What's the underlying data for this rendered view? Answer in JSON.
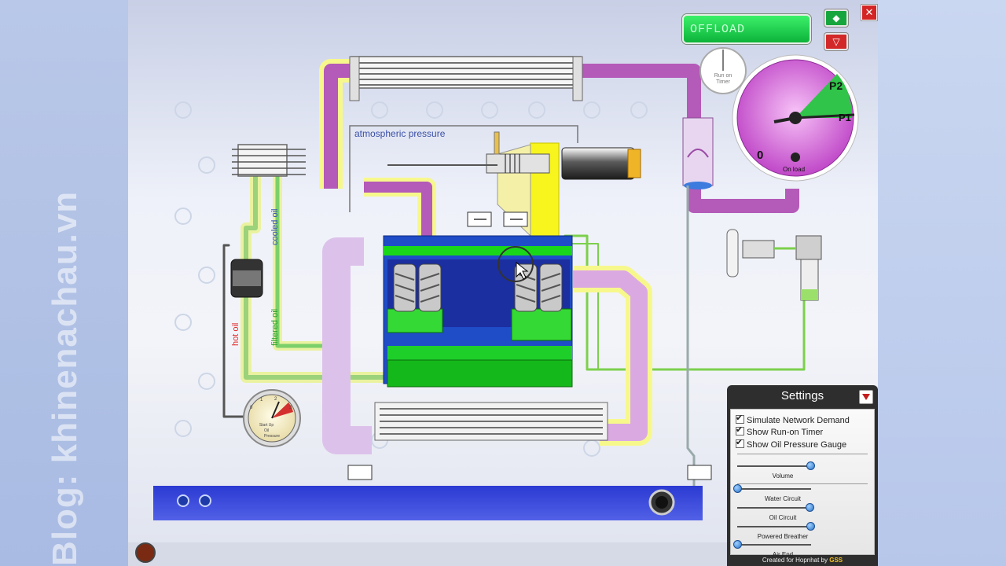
{
  "watermark": "Blog: khinenachau.vn",
  "status": {
    "label": "OFFLOAD"
  },
  "labels": {
    "atmospheric": "atmospheric pressure",
    "cooled_oil": "cooled oil",
    "filtered_oil": "filtered oil",
    "hot_oil": "hot oil",
    "runon_timer_1": "Run on",
    "runon_timer_2": "Timer"
  },
  "pressure_gauge": {
    "p2": "P2",
    "p1": "P1",
    "zero": "0",
    "caption": "On load"
  },
  "oil_gauge": {
    "l1": "Start Up",
    "l2": "Oil",
    "l3": "Pressure",
    "ticks": [
      "0",
      "1",
      "2",
      "3"
    ]
  },
  "settings": {
    "title": "Settings",
    "checkboxes": [
      "Simulate Network Demand",
      "Show Run-on Timer",
      "Show Oil Pressure Gauge"
    ],
    "sliders": [
      {
        "label": "Volume",
        "value": 0.99
      },
      {
        "label": "Water Circuit",
        "value": 0.0
      },
      {
        "label": "Oil Circuit",
        "value": 0.98
      },
      {
        "label": "Powered Breather",
        "value": 0.99
      },
      {
        "label": "Air End",
        "value": 0.0
      }
    ],
    "credit_prefix": "Created for Hopnhat by",
    "credit_brand": "GSS"
  },
  "colors": {
    "pipe_magenta": "#b45ab8",
    "pipe_yellow": "#f0f020",
    "oil_green": "#3ecf3e",
    "air_blue": "#2e3fd0",
    "compressor_blue": "#1f4cc7"
  }
}
